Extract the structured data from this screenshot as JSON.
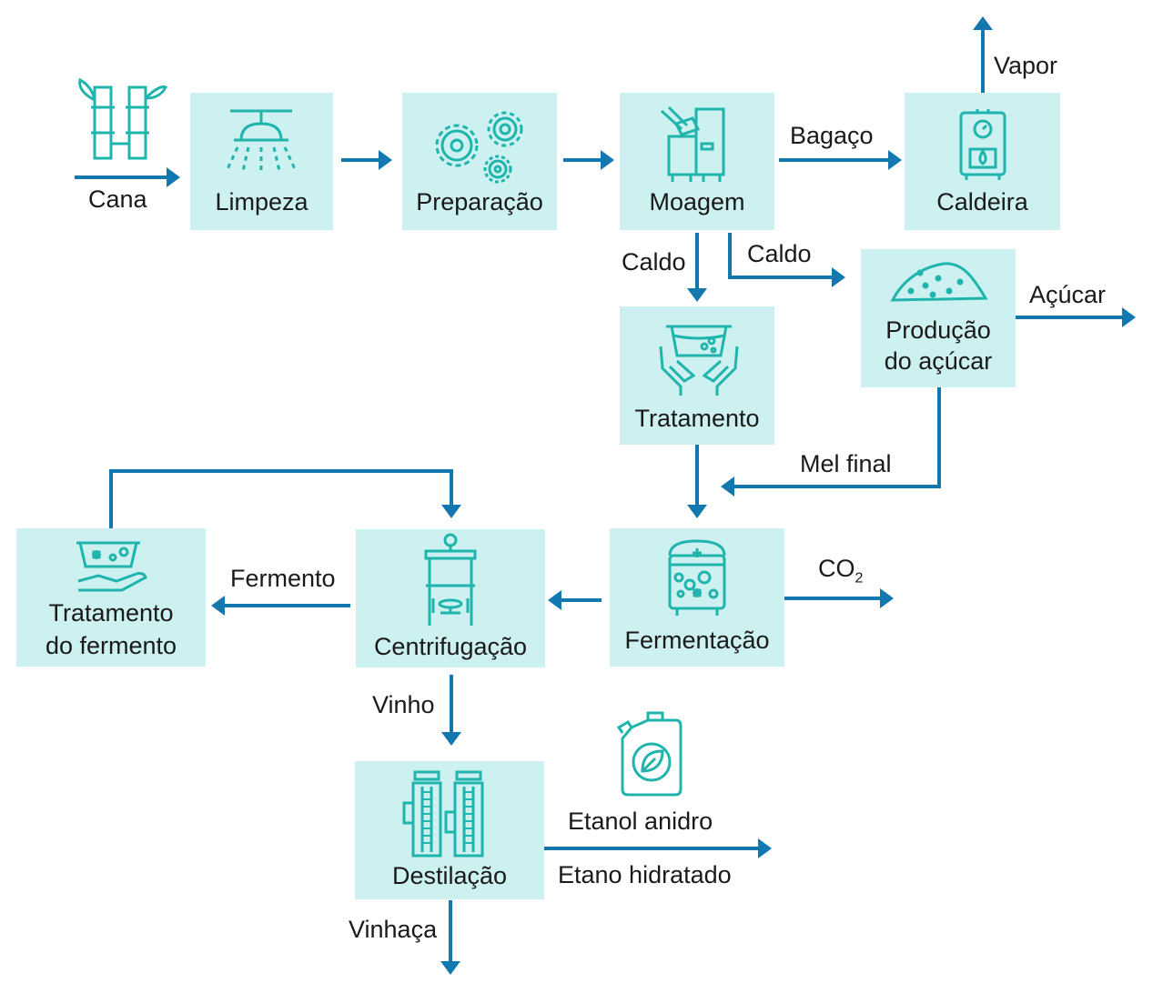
{
  "colors": {
    "box_fill": "#cdf0f0",
    "icon_stroke": "#1fb5ad",
    "arrow": "#1478b0",
    "text": "#1a1a1a"
  },
  "nodes": {
    "limpeza": {
      "label": "Limpeza",
      "icon": "sprinkler-icon"
    },
    "preparacao": {
      "label": "Preparação",
      "icon": "gears-icon"
    },
    "moagem": {
      "label": "Moagem",
      "icon": "mill-icon"
    },
    "caldeira": {
      "label": "Caldeira",
      "icon": "boiler-icon"
    },
    "producao": {
      "line1": "Produção",
      "line2": "do açúcar",
      "icon": "sugar-pile-icon"
    },
    "tratamento": {
      "label": "Tratamento",
      "icon": "hands-bowl-icon"
    },
    "fermentacao": {
      "label": "Fermentação",
      "icon": "fermentation-tank-icon"
    },
    "centrifugacao": {
      "label": "Centrifugação",
      "icon": "centrifuge-icon"
    },
    "trat_fermento": {
      "line1": "Tratamento",
      "line2": "do fermento",
      "icon": "hand-bowl-icon"
    },
    "destilacao": {
      "label": "Destilação",
      "icon": "distillation-columns-icon"
    }
  },
  "edges": {
    "cana": "Cana",
    "bagaco": "Bagaço",
    "vapor": "Vapor",
    "caldo_left": "Caldo",
    "caldo_right": "Caldo",
    "acucar": "Açúcar",
    "mel_final": "Mel final",
    "co2": "CO",
    "co2_sub": "2",
    "fermento": "Fermento",
    "vinho": "Vinho",
    "etanol_anidro": "Etanol anidro",
    "etanol_hidratado": "Etano hidratado",
    "vinhaca": "Vinhaça"
  },
  "decorations": {
    "cane": "sugarcane-icon",
    "fuel": "fuel-can-icon"
  }
}
